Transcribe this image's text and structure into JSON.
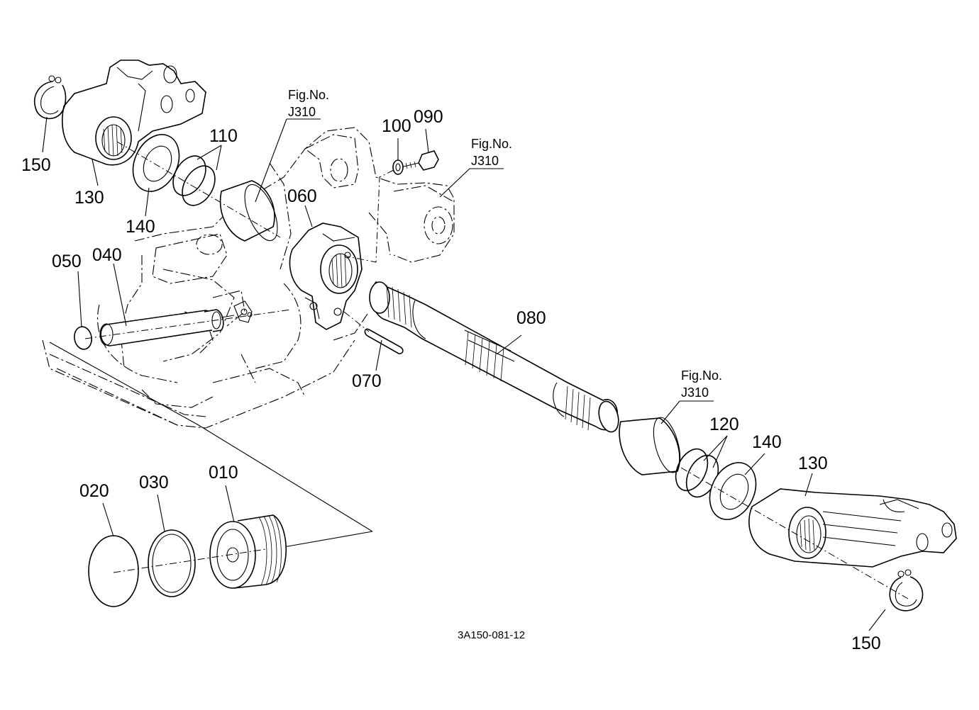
{
  "diagram": {
    "drawing_code": "3A150-081-12",
    "parts": [
      {
        "id": "p010",
        "label": "010"
      },
      {
        "id": "p020",
        "label": "020"
      },
      {
        "id": "p030",
        "label": "030"
      },
      {
        "id": "p040",
        "label": "040"
      },
      {
        "id": "p050",
        "label": "050"
      },
      {
        "id": "p060",
        "label": "060"
      },
      {
        "id": "p070",
        "label": "070"
      },
      {
        "id": "p080",
        "label": "080"
      },
      {
        "id": "p090",
        "label": "090"
      },
      {
        "id": "p100",
        "label": "100"
      },
      {
        "id": "p110",
        "label": "110"
      },
      {
        "id": "p120",
        "label": "120"
      },
      {
        "id": "p130a",
        "label": "130"
      },
      {
        "id": "p130b",
        "label": "130"
      },
      {
        "id": "p140a",
        "label": "140"
      },
      {
        "id": "p140b",
        "label": "140"
      },
      {
        "id": "p150a",
        "label": "150"
      },
      {
        "id": "p150b",
        "label": "150"
      }
    ],
    "fig_refs": [
      {
        "id": "ref1",
        "line1": "Fig.No.",
        "line2": "J310"
      },
      {
        "id": "ref2",
        "line1": "Fig.No.",
        "line2": "J310"
      },
      {
        "id": "ref3",
        "line1": "Fig.No.",
        "line2": "J310"
      }
    ]
  }
}
